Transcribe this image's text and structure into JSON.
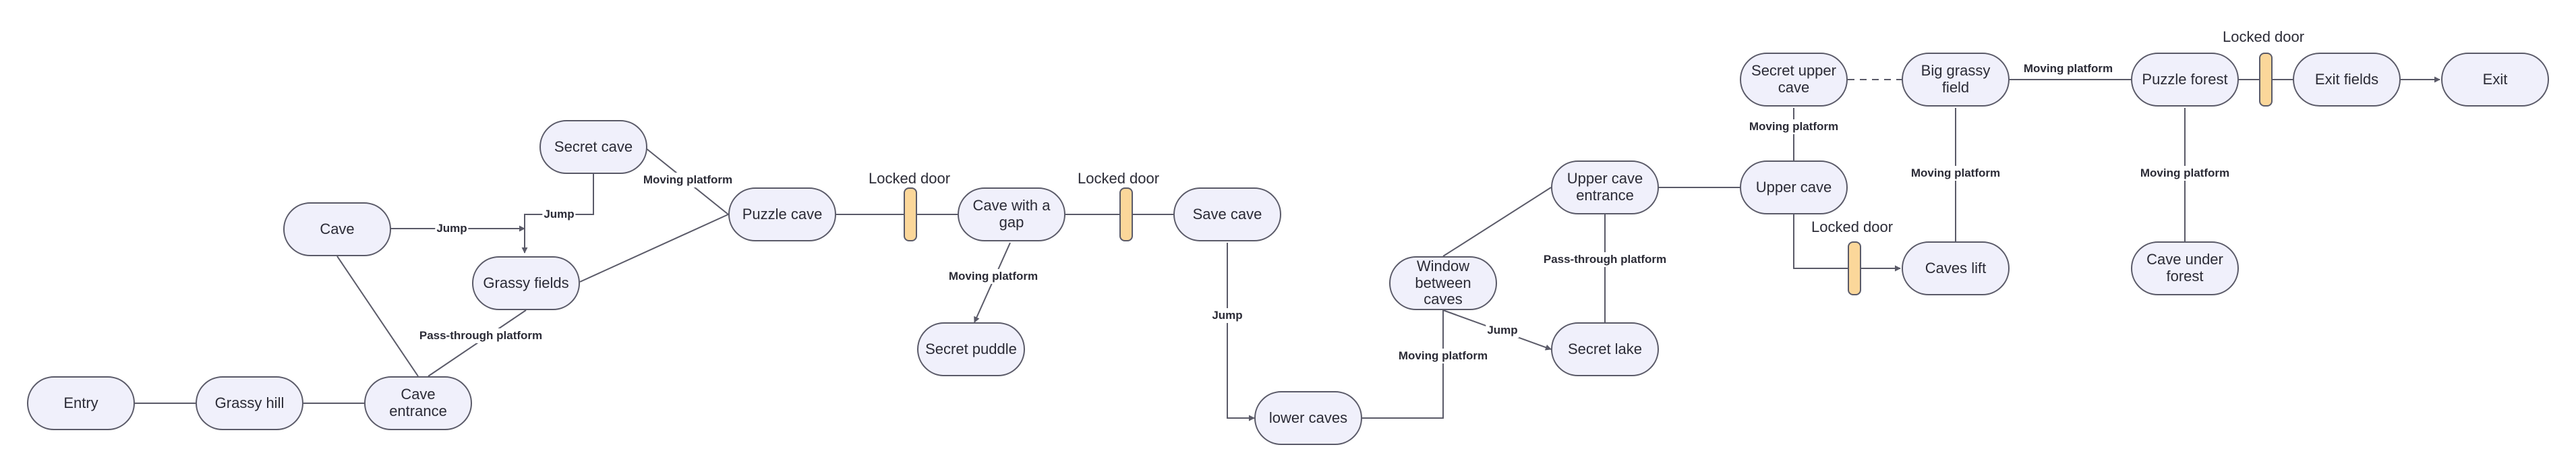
{
  "nodes": {
    "entry": "Entry",
    "grassy_hill": "Grassy hill",
    "cave_entrance": "Cave entrance",
    "cave": "Cave",
    "grassy_fields": "Grassy fields",
    "secret_cave": "Secret cave",
    "puzzle_cave": "Puzzle cave",
    "cave_with_gap": "Cave with a gap",
    "secret_puddle": "Secret puddle",
    "save_cave": "Save cave",
    "lower_caves": "lower caves",
    "window_between_caves": "Window between caves",
    "upper_cave_entrance": "Upper cave entrance",
    "secret_lake": "Secret lake",
    "upper_cave": "Upper cave",
    "secret_upper_cave": "Secret upper cave",
    "caves_lift": "Caves lift",
    "big_grassy_field": "Big grassy field",
    "puzzle_forest": "Puzzle forest",
    "cave_under_forest": "Cave under forest",
    "exit_fields": "Exit fields",
    "exit": "Exit"
  },
  "doors": {
    "door1": "Locked door",
    "door2": "Locked door",
    "door3": "Locked door",
    "door4": "Locked door"
  },
  "edge_labels": {
    "jump_cave": "Jump",
    "jump_secret": "Jump",
    "moving_secret_cave": "Moving platform",
    "pass_through_1": "Pass-through platform",
    "moving_gap": "Moving platform",
    "jump_save": "Jump",
    "jump_lake": "Jump",
    "moving_lower": "Moving platform",
    "pass_through_2": "Pass-through platform",
    "moving_upper": "Moving platform",
    "moving_lift": "Moving platform",
    "moving_big_field": "Moving platform",
    "moving_forest": "Moving platform"
  },
  "colors": {
    "node_fill": "#f0f0fb",
    "node_stroke": "#5a5a68",
    "door_fill": "#fbd79a",
    "edge": "#5a5a68",
    "text": "#2b2b36"
  }
}
